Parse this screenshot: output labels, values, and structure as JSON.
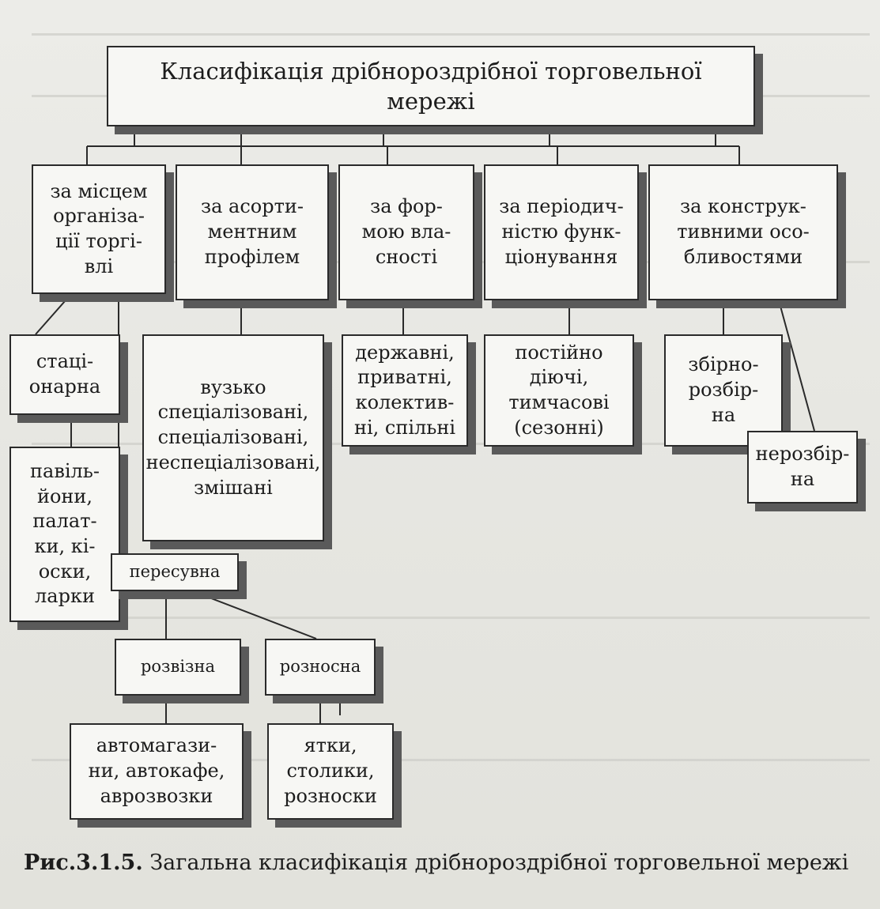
{
  "diagram": {
    "title": "Класифікація дрібнороздрібної торговельної мережі",
    "criteria": [
      "за місцем\nорганіза-\nції торгі-\nвлі",
      "за асорти-\nментним\nпрофілем",
      "за фор-\nмою вла-\nсності",
      "за періодич-\nністю функ-\nціонування",
      "за конструк-\nтивними осо-\nбливостями"
    ],
    "types": {
      "stationary": "стаці-\nонарна",
      "assortment": "вузько\nспеціалізовані,\nспеціалізовані,\nнеспеціалізовані,\nзмішані",
      "ownership": "державні,\nприватні,\nколектив-\nні, спільні",
      "periodicity": "постійно\nдіючі,\nтимчасові\n(сезонні)",
      "collapsible": "збірно-\nрозбір-\nна",
      "non_collapsible": "нерозбір-\nна",
      "stationary_kinds": "павіль-\nйони,\nпалат-\nки, кі-\nоски,\nларки",
      "mobile": "пересувна",
      "delivery": "розвізна",
      "carry": "розносна",
      "delivery_kinds": "автомагази-\nни, автокафе,\nаврозвозки",
      "carry_kinds": "ятки,\nстолики,\nрозноски"
    }
  },
  "caption": {
    "label": "Рис.3.1.5.",
    "text": " Загальна класифікація дрібнороздрібної торговельної мережі"
  }
}
